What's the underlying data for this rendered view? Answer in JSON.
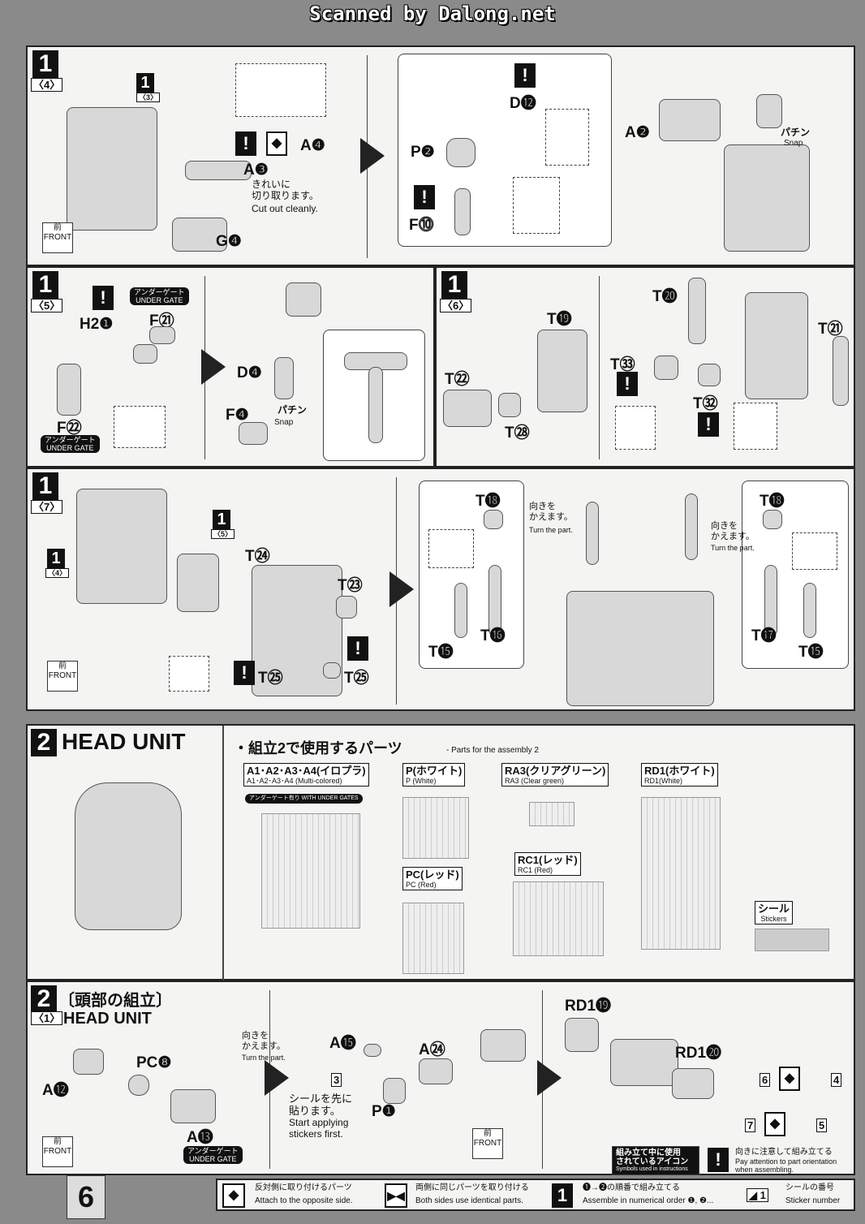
{
  "banner": "Scanned by Dalong.net",
  "step1": {
    "number": "1",
    "s4": "〈4〉",
    "s5": "〈5〉",
    "s6": "〈6〉",
    "s7": "〈7〉",
    "ref3": "〈3〉",
    "p4": {
      "a3": "A❸",
      "a4": "A❹",
      "g4": "G❹",
      "cut_jp": "きれいに\n切り取ります。",
      "cut_en": "Cut out cleanly.",
      "p2": "P❷",
      "d12": "D⓬",
      "f10": "F⓾",
      "a2": "A❷",
      "snap_jp": "パチン",
      "snap_en": "Snap"
    },
    "p5": {
      "h2_1": "H2❶",
      "f21": "F㉑",
      "f22": "F㉒",
      "d4": "D❹",
      "f4": "F❹",
      "under_gate_jp": "アンダーゲート",
      "under_gate_en": "UNDER GATE"
    },
    "p6": {
      "t19": "T⓳",
      "t22": "T㉒",
      "t28": "T㉘",
      "t20": "T⓴",
      "t21": "T㉑",
      "t33": "T㉝",
      "t32": "T㉜"
    },
    "p7": {
      "t24": "T㉔",
      "t23": "T㉓",
      "t25": "T㉕",
      "t18": "T⓲",
      "t16": "T⓰",
      "t15": "T⓯",
      "t17": "T⓱",
      "turn_jp": "向きを\nかえます。",
      "turn_en": "Turn the part.",
      "ref5": "〈5〉",
      "ref4": "〈4〉"
    }
  },
  "front": {
    "jp": "前",
    "en": "FRONT"
  },
  "step2": {
    "number": "2",
    "title": "HEAD UNIT",
    "parts_title": "・組立2で使用するパーツ",
    "parts_sub": "- Parts for the assembly 2",
    "sprues": [
      {
        "jp": "A1･A2･A3･A4(イロプラ)",
        "en": "A1･A2･A3･A4 (Multi-colored)",
        "note": "アンダーゲート有り WITH UNDER GATES"
      },
      {
        "jp": "P(ホワイト)",
        "en": "P (White)"
      },
      {
        "jp": "RA3(クリアグリーン)",
        "en": "RA3 (Clear green)"
      },
      {
        "jp": "RD1(ホワイト)",
        "en": "RD1(White)"
      },
      {
        "jp": "PC(レッド)",
        "en": "PC (Red)"
      },
      {
        "jp": "RC1(レッド)",
        "en": "RC1 (Red)"
      }
    ],
    "stickers_jp": "シール",
    "stickers_en": "Stickers",
    "asm_jp": "〔頭部の組立〕",
    "asm_sub": "〈1〉",
    "asm_en": "HEAD UNIT",
    "labels": {
      "a12": "A⓬",
      "pc8": "PC❽",
      "a13": "A⓭",
      "a15": "A⓯",
      "a24": "A㉔",
      "p1": "P❶",
      "rd19": "RD1⓳",
      "rd20": "RD1⓴"
    },
    "turn_jp": "向きを\nかえます。",
    "turn_en": "Turn the part.",
    "sticker_jp": "シールを先に\n貼ります。",
    "sticker_en": "Start applying\nstickers first.",
    "s3": "3",
    "s4": "4",
    "s5": "5",
    "s6": "6",
    "s7": "7"
  },
  "legend": {
    "symbols_jp": "組み立て中に使用\nされているアイコン",
    "symbols_en": "Symbols used in instructions",
    "orient_jp": "向きに注意して組み立てる",
    "orient_en": "Pay attention to part orientation\nwhen assembling.",
    "opp_jp": "反対側に取り付けるパーツ",
    "opp_en": "Attach to the opposite side.",
    "both_jp": "両側に同じパーツを取り付ける",
    "both_en": "Both sides use identical parts.",
    "order_jp": "❶→❷の順番で組み立てる",
    "order_en": "Assemble in numerical order ❶, ❷...",
    "sticker_jp": "シールの番号",
    "sticker_en": "Sticker number"
  },
  "page": "6"
}
